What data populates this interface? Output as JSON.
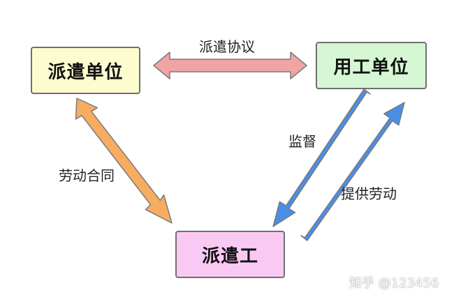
{
  "nodes": {
    "agency": "派遣单位",
    "employer": "用工单位",
    "worker": "派遣工"
  },
  "relations": {
    "dispatch_agreement": "派遣协议",
    "labor_contract": "劳动合同",
    "supervision": "监督",
    "labor_provision": "提供劳动"
  },
  "colors": {
    "agency_fill": "#fdfccf",
    "employer_fill": "#d5f7d3",
    "worker_fill": "#f9c9f4",
    "agreement_arrow": "#f2a3a3",
    "contract_arrow": "#f7ac61",
    "supervision_arrow": "#4a8ee8"
  },
  "watermark": "知乎 @123456"
}
